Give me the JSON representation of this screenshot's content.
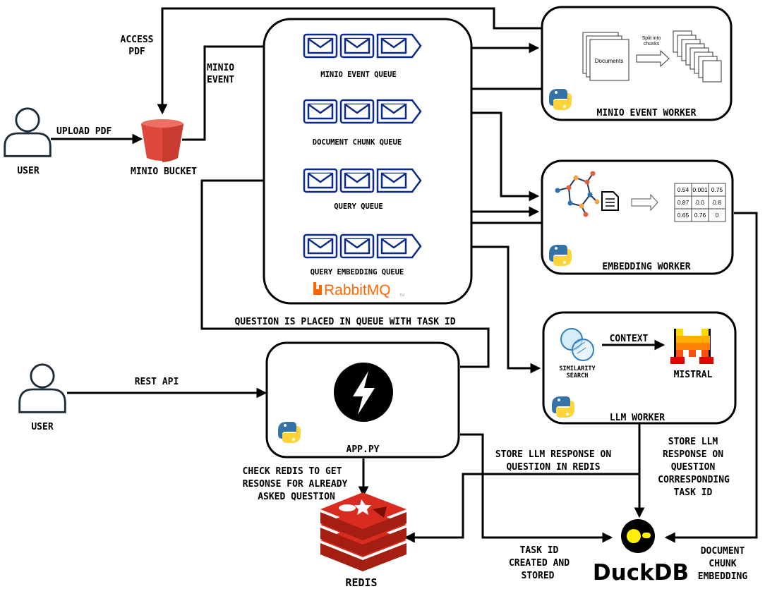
{
  "colors": {
    "queue_blue": "#0b2a8a",
    "rabbit_orange": "#ff6600",
    "bucket_red": "#e0473c",
    "redis_red": "#d82c20",
    "python_blue": "#3572a5",
    "python_yellow": "#ffd43b",
    "mistral_orange": "#f7a21b",
    "duckdb_yellow": "#fff100"
  },
  "actors": {
    "user_top": "USER",
    "user_bottom": "USER"
  },
  "bucket": {
    "label": "MINIO BUCKET",
    "icon": "bucket-icon"
  },
  "queues": {
    "brand": "RabbitMQ",
    "trademark": "TM",
    "items": [
      {
        "label": "MINIO EVENT QUEUE"
      },
      {
        "label": "DOCUMENT CHUNK QUEUE"
      },
      {
        "label": "QUERY QUEUE"
      },
      {
        "label": "QUERY EMBEDDING QUEUE"
      }
    ]
  },
  "workers": {
    "minio_event": {
      "label": "MINIO EVENT WORKER",
      "doc_label": "Documents",
      "split_label_1": "Split into",
      "split_label_2": "chunks"
    },
    "embedding": {
      "label": "EMBEDDING WORKER",
      "matrix": [
        [
          "0.54",
          "0.001",
          "0.75"
        ],
        [
          "0.87",
          "0.0",
          "0.8"
        ],
        [
          "0.65",
          "0.76",
          "0"
        ]
      ]
    },
    "llm": {
      "label": "LLM WORKER",
      "similarity_1": "SIMILARITY",
      "similarity_2": "SEARCH",
      "context": "CONTEXT",
      "mistral": "MISTRAL"
    }
  },
  "app": {
    "label": "APP.PY",
    "icon": "lightning-bolt-icon"
  },
  "stores": {
    "redis": "REDIS",
    "duckdb": "DuckDB"
  },
  "edges": {
    "access_pdf_1": "ACCESS",
    "access_pdf_2": "PDF",
    "minio_event_1": "MINIO",
    "minio_event_2": "EVENT",
    "upload_pdf": "UPLOAD PDF",
    "rest_api": "REST API",
    "question_placed": "QUESTION IS PLACED IN QUEUE WITH TASK ID",
    "check_redis_1": "CHECK REDIS TO GET",
    "check_redis_2": "RESONSE FOR ALREADY",
    "check_redis_3": "ASKED QUESTION",
    "store_redis_1": "STORE LLM RESPONSE ON",
    "store_redis_2": "QUESTION IN REDIS",
    "store_task_1": "STORE LLM",
    "store_task_2": "RESPONSE ON",
    "store_task_3": "QUESTION",
    "store_task_4": "CORRESPONDING",
    "store_task_5": "TASK ID",
    "task_created_1": "TASK ID",
    "task_created_2": "CREATED AND",
    "task_created_3": "STORED",
    "doc_chunk_1": "DOCUMENT",
    "doc_chunk_2": "CHUNK",
    "doc_chunk_3": "EMBEDDING"
  }
}
